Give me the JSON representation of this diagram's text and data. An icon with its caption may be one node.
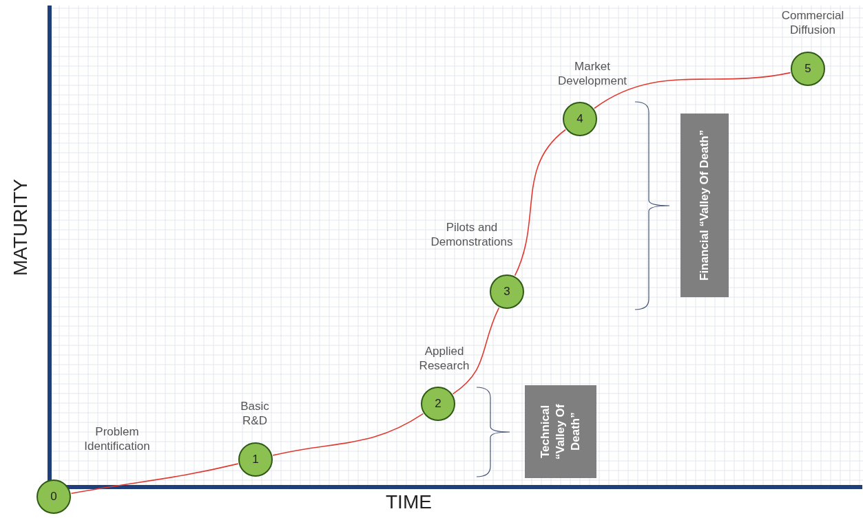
{
  "diagram": {
    "nodes": [
      {
        "text": [
          "0"
        ],
        "beside": [
          "Problem Identification"
        ]
      },
      {
        "text": [
          "1"
        ],
        "beside": [
          "Basic R&D"
        ]
      },
      {
        "text": [
          "2"
        ],
        "beside": [
          "Applied Research"
        ]
      },
      {
        "text": [
          "3"
        ],
        "beside": [
          "Pilots and Demonstrations"
        ]
      },
      {
        "text": [
          "4"
        ],
        "beside": [
          "Market Development"
        ]
      },
      {
        "text": [
          "5"
        ],
        "beside": [
          "Commercial Diffusion"
        ]
      },
      {
        "text": [
          "Technical “Valley Of Death”"
        ]
      },
      {
        "text": [
          "Financial “Valley Of Death”"
        ]
      }
    ],
    "edges": [
      {
        "from": 0,
        "to": 1,
        "arrow": "none"
      },
      {
        "from": 1,
        "to": 2,
        "arrow": "none"
      },
      {
        "from": 2,
        "to": 3,
        "arrow": "none"
      },
      {
        "from": 3,
        "to": 4,
        "arrow": "none"
      },
      {
        "from": 4,
        "to": 5,
        "arrow": "none"
      }
    ],
    "labels": [
      "MATURITY",
      "TIME"
    ]
  }
}
